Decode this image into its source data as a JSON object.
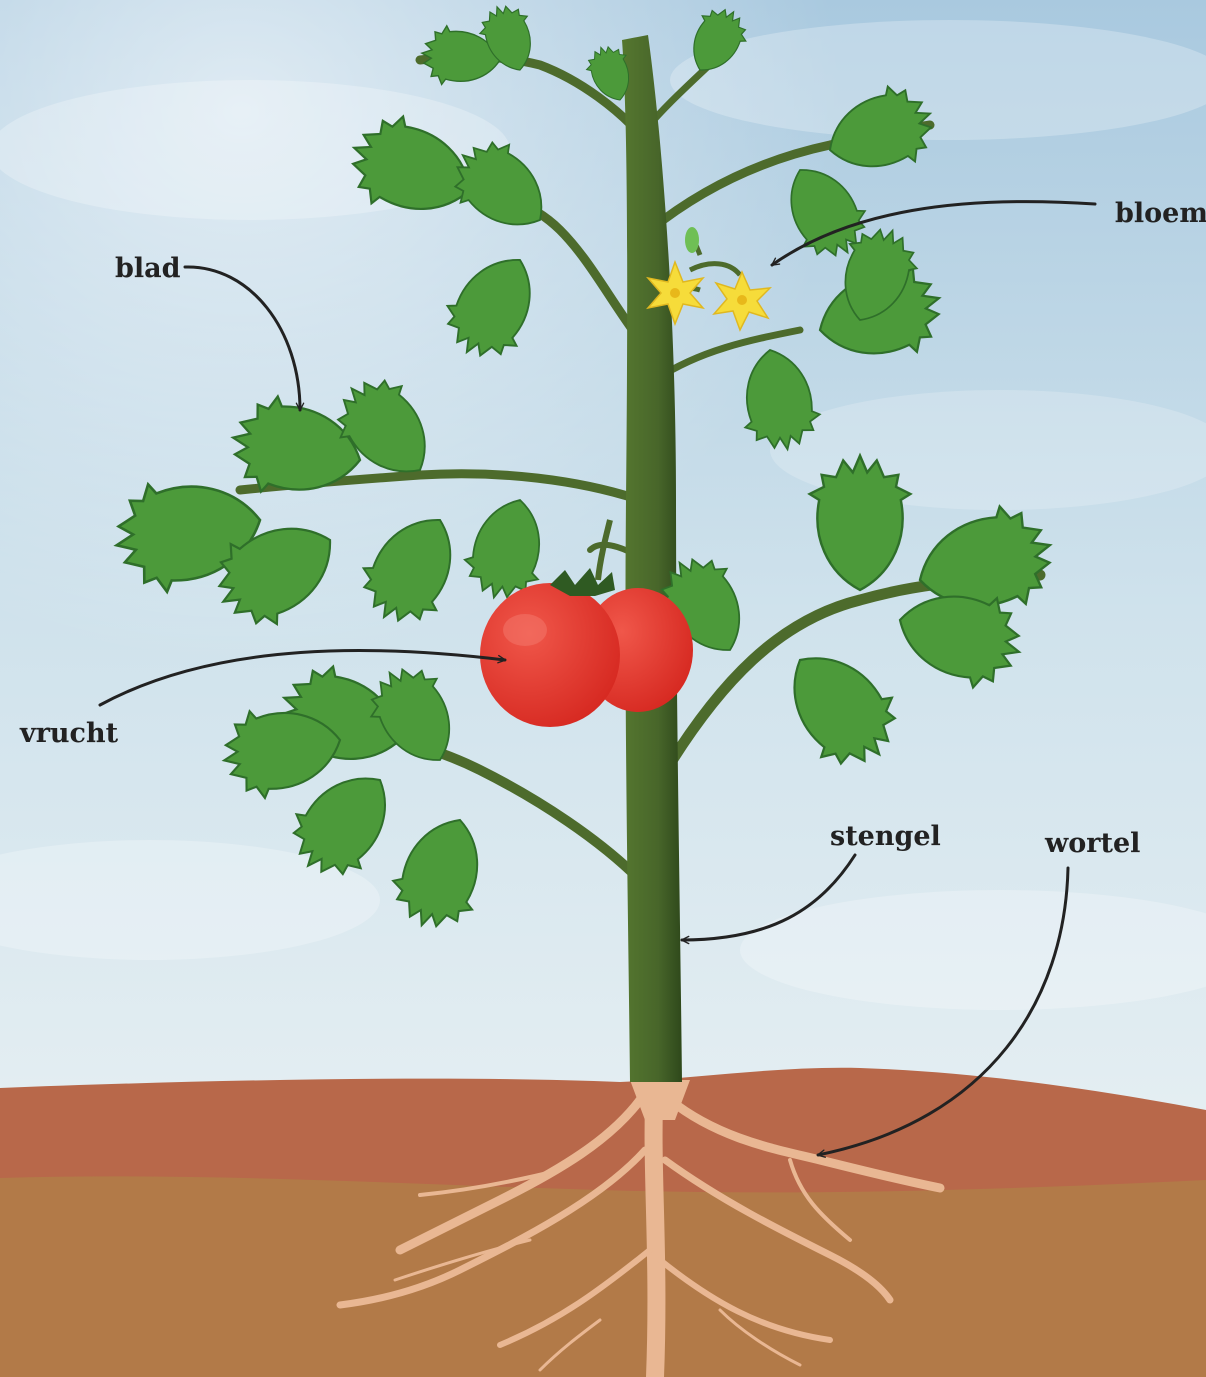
{
  "labels": {
    "leaf": "blad",
    "flower": "bloem",
    "fruit": "vrucht",
    "stem": "stengel",
    "root": "wortel"
  },
  "colors": {
    "sky_top": "#a9c9df",
    "sky_bottom": "#e4eef2",
    "soil_top": "#b8684a",
    "soil_bottom": "#b27a48",
    "stem": "#4d6b2c",
    "stem_shadow": "#2f4a1c",
    "leaf": "#4c9a3a",
    "leaf_dark": "#2f6f2a",
    "leaf_light": "#6fbf55",
    "tomato": "#e6382f",
    "tomato_light": "#f0574a",
    "flower": "#f6dc3a",
    "root": "#e9b793",
    "label_text": "#222222"
  }
}
